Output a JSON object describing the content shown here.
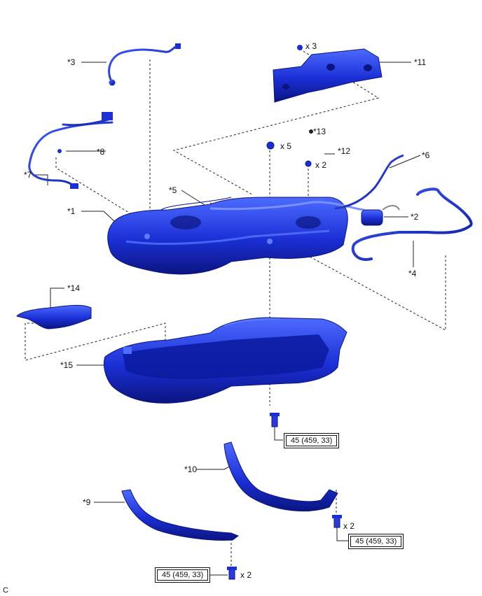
{
  "labels": {
    "p1": "*1",
    "p2": "*2",
    "p3": "*3",
    "p4": "*4",
    "p5": "*5",
    "p6": "*6",
    "p7": "*7",
    "p8": "*8",
    "p9": "*9",
    "p10": "*10",
    "p11": "*11",
    "p12": "*12",
    "p13": "*13",
    "p14": "*14",
    "p15": "*15"
  },
  "quantities": {
    "q11": "x 3",
    "q13": "x 5",
    "q12": "x 2",
    "q10": "x 2",
    "q9": "x 2"
  },
  "torques": {
    "t_center": "45 (459, 33)",
    "t_right": "45 (459, 33)",
    "t_left": "45 (459, 33)"
  },
  "corner_code": "C",
  "colors": {
    "part": "#1b2fd6",
    "part_dark": "#0a1580",
    "part_light": "#4d6bff",
    "line": "#222222"
  }
}
